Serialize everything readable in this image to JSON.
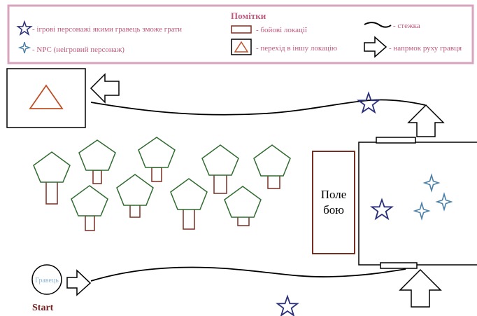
{
  "legend": {
    "title": "Помітки",
    "items": {
      "playable_characters": "- ігрові персонажі  якими гравець зможе грати",
      "npc": "- NPC (неігровий персонаж)",
      "battle_locations": "- бойові локації",
      "location_transition": "- перехід в іншу локацію",
      "path": "- стежка",
      "player_direction": "- напрмок руху гравця"
    }
  },
  "map": {
    "player_label": "Гравець",
    "start_label": "Start",
    "battle_field_line1": "Поле",
    "battle_field_line2": "бою"
  },
  "colors": {
    "legend_border": "#d8a3bd",
    "legend_text": "#c0587e",
    "playable_star": "#2a2f7a",
    "npc_star": "#4a7fa6",
    "tree_crown": "#2f6b2f",
    "tree_trunk": "#7a2e22",
    "battle_field": "#7a2e22",
    "transition_triangle": "#c0522a",
    "start": "#7a1f1f",
    "player_circle_text": "#8fb6d6"
  }
}
